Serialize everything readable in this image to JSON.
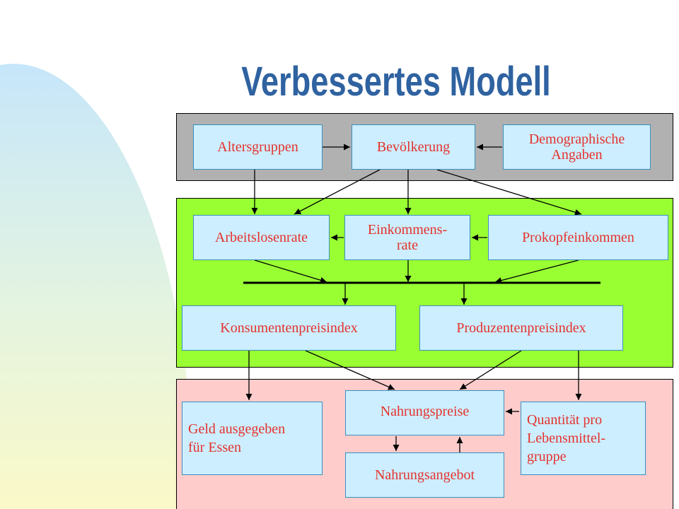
{
  "title": "Verbessertes Modell",
  "colors": {
    "title": "#2f62a0",
    "box_text": "#e5322c",
    "box_fill": "#cceeff",
    "panel_grey": "#b1b1b1",
    "panel_green": "#99ff33",
    "panel_pink": "#ffcccc"
  },
  "nodes": {
    "altersgruppen": "Altersgruppen",
    "bevoelkerung": "Bevölkerung",
    "demographische_1": "Demographische",
    "demographische_2": "Angaben",
    "arbeitslosenrate": "Arbeitslosenrate",
    "einkommens_1": "Einkommens-",
    "einkommens_2": "rate",
    "prokopfeinkommen": "Prokopfeinkommen",
    "konsumentenpreisindex": "Konsumentenpreisindex",
    "produzentenpreisindex": "Produzentenpreisindex",
    "geld_1": "Geld ausgegeben",
    "geld_2": "für Essen",
    "nahrungspreise": "Nahrungspreise",
    "nahrungsangebot": "Nahrungsangebot",
    "quantitaet_1": "Quantität pro",
    "quantitaet_2": "Lebensmittel-",
    "quantitaet_3": "gruppe"
  }
}
